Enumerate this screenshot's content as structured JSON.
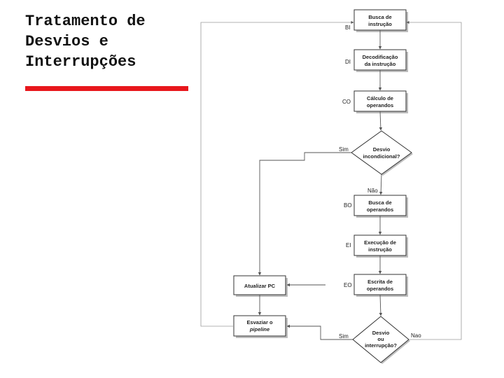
{
  "title": {
    "line1": "Tratamento de",
    "line2": "Desvios e",
    "line3": "Interrupções"
  },
  "colors": {
    "accent": "#e8171c"
  },
  "diagram": {
    "boxes": {
      "fetch": [
        "Busca de",
        "instrução"
      ],
      "decode": [
        "Decodificação",
        "da instrução"
      ],
      "calc": [
        "Cálculo de",
        "operandos"
      ],
      "fetch_ops": [
        "Busca de",
        "operandos"
      ],
      "exec": [
        "Execução de",
        "instrução"
      ],
      "write": [
        "Escrita de",
        "operandos"
      ],
      "update_pc": "Atualizar PC",
      "flush": [
        "Esvaziar o",
        "pipeline"
      ]
    },
    "decisions": {
      "uncond": [
        "Desvio",
        "incondicional?"
      ],
      "branch_int": [
        "Desvio",
        "ou",
        "interrupção?"
      ]
    },
    "labels": {
      "fi": "BI",
      "di": "DI",
      "co": "CO",
      "fo": "BO",
      "ei": "EI",
      "wo": "EO",
      "yes1": "Sim",
      "no1": "Não",
      "yes2": "Sim",
      "no2": "Nao"
    }
  }
}
